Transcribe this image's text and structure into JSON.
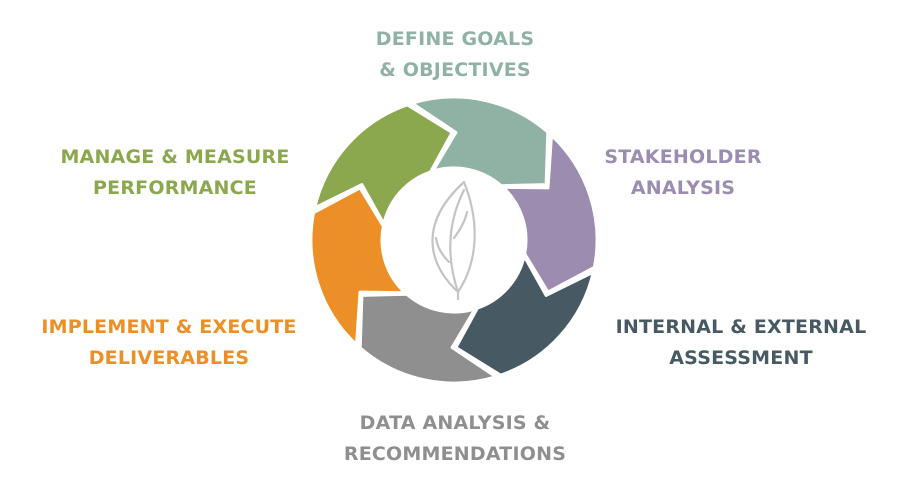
{
  "diagram": {
    "center_icon": "leaf-icon",
    "segments": [
      {
        "id": "goals",
        "lines": [
          "DEFINE GOALS",
          "& OBJECTIVES"
        ],
        "color": "#8fb2a4"
      },
      {
        "id": "stakeholder",
        "lines": [
          "STAKEHOLDER",
          "ANALYSIS"
        ],
        "color": "#9b8cb0"
      },
      {
        "id": "internal",
        "lines": [
          "INTERNAL & EXTERNAL",
          "ASSESSMENT"
        ],
        "color": "#475963"
      },
      {
        "id": "data",
        "lines": [
          "DATA ANALYSIS &",
          "RECOMMENDATIONS"
        ],
        "color": "#8f8f8f"
      },
      {
        "id": "implement",
        "lines": [
          "IMPLEMENT & EXECUTE",
          "DELIVERABLES"
        ],
        "color": "#ec8f26"
      },
      {
        "id": "manage",
        "lines": [
          "MANAGE & MEASURE",
          "PERFORMANCE"
        ],
        "color": "#8ca84e"
      }
    ]
  }
}
